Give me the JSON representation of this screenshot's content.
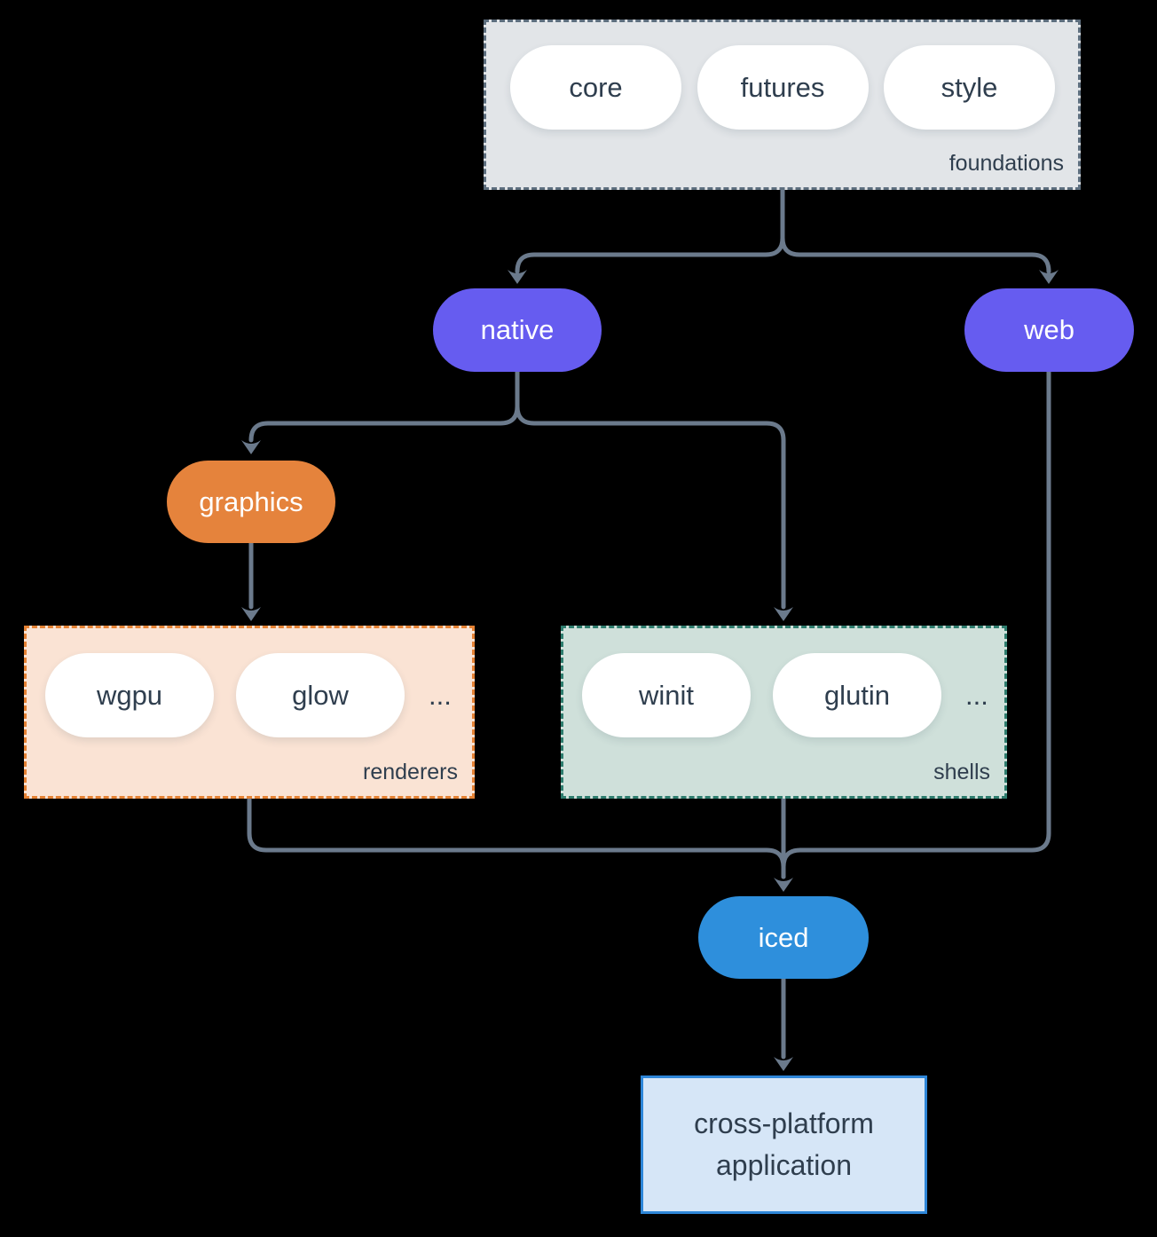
{
  "colors": {
    "background": "#000000",
    "connector": "#6b7a8c",
    "text_dark": "#2f3e4e",
    "pill_white": "#ffffff",
    "purple": "#665cf0",
    "orange": "#e5833c",
    "blue": "#2e8fdc",
    "foundations_bg": "#e2e5e8",
    "foundations_border": "#5d6e7e",
    "renderers_bg": "#fae3d4",
    "renderers_border": "#e58234",
    "shells_bg": "#cfe0da",
    "shells_border": "#2e7d6e",
    "app_bg": "#d6e6f7",
    "app_border": "#2e86d8"
  },
  "groups": {
    "foundations": {
      "label": "foundations",
      "pills": [
        {
          "label": "core"
        },
        {
          "label": "futures"
        },
        {
          "label": "style"
        }
      ]
    },
    "renderers": {
      "label": "renderers",
      "pills": [
        {
          "label": "wgpu"
        },
        {
          "label": "glow"
        }
      ],
      "more": "..."
    },
    "shells": {
      "label": "shells",
      "pills": [
        {
          "label": "winit"
        },
        {
          "label": "glutin"
        }
      ],
      "more": "..."
    }
  },
  "nodes": {
    "native": {
      "label": "native"
    },
    "web": {
      "label": "web"
    },
    "graphics": {
      "label": "graphics"
    },
    "iced": {
      "label": "iced"
    },
    "application": {
      "lines": [
        "cross-platform",
        "application"
      ]
    }
  },
  "edges": [
    {
      "from": "foundations",
      "to": "native"
    },
    {
      "from": "foundations",
      "to": "web"
    },
    {
      "from": "native",
      "to": "graphics"
    },
    {
      "from": "native",
      "to": "shells"
    },
    {
      "from": "graphics",
      "to": "renderers"
    },
    {
      "from": "renderers",
      "to": "iced"
    },
    {
      "from": "shells",
      "to": "iced"
    },
    {
      "from": "web",
      "to": "iced"
    },
    {
      "from": "iced",
      "to": "application"
    }
  ]
}
